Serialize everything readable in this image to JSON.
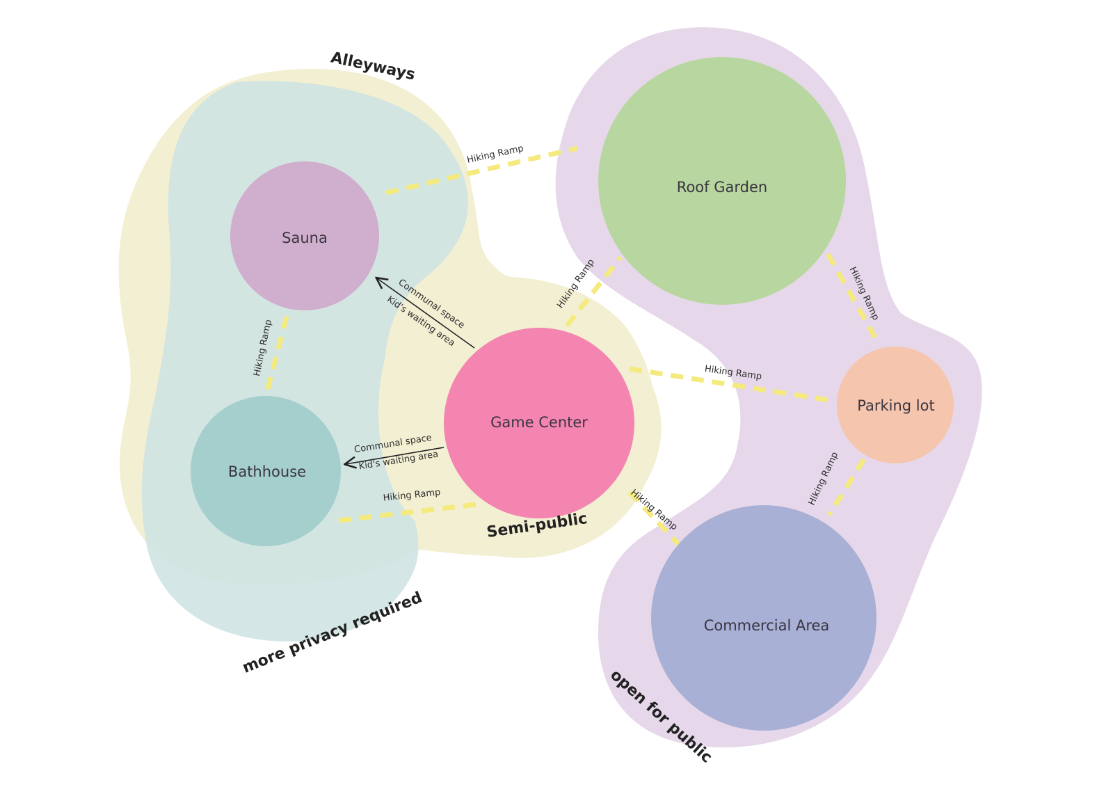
{
  "colors": {
    "alleyways_zone": "#f3efd2",
    "privacy_zone": "#cfe3e2",
    "semi_public_zone": "#f3efd2",
    "public_zone": "#e6d8ea",
    "ramp": "#f4ea7e",
    "arrow": "#222222"
  },
  "zones": {
    "alleyways": "Alleyways",
    "more_privacy": "more privacy required",
    "semi_public": "Semi-public",
    "open_public": "open for public"
  },
  "nodes": {
    "sauna": {
      "label": "Sauna",
      "color": "#d0aecd"
    },
    "bathhouse": {
      "label": "Bathhouse",
      "color": "#a5cfcd"
    },
    "game_center": {
      "label": "Game Center",
      "color": "#f385b0"
    },
    "roof_garden": {
      "label": "Roof Garden",
      "color": "#b8d6a0"
    },
    "parking_lot": {
      "label": "Parking lot",
      "color": "#f5c5ad"
    },
    "commercial": {
      "label": "Commercial Area",
      "color": "#a8b0d6"
    }
  },
  "links": {
    "ramp_label": "Hiking Ramp",
    "communal_space": "Communal space",
    "kids_waiting": "Kid's waiting area"
  }
}
